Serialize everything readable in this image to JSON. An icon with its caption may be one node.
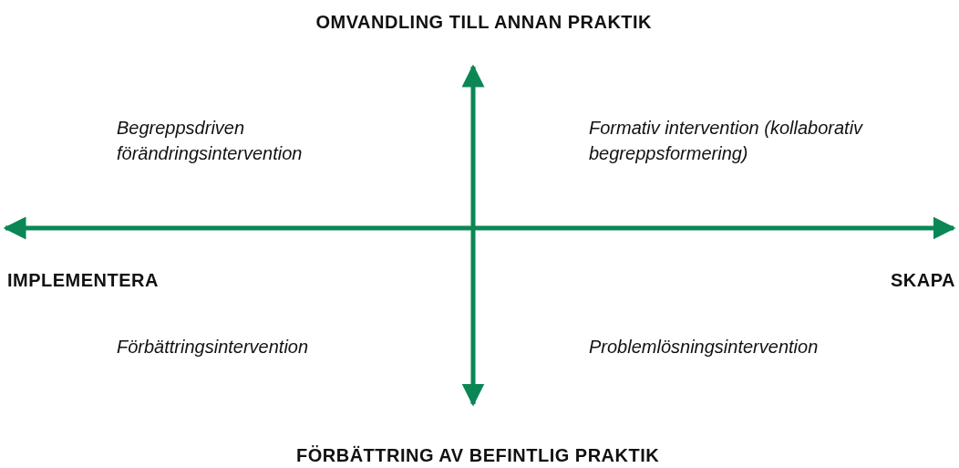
{
  "diagram": {
    "labels": [
      "OMVANDLING TILL ANNAN PRAKTIK",
      "Begreppsdriven förändringsintervention",
      "Formativ intervention (kollaborativ begreppsformering)",
      "IMPLEMENTERA",
      "SKAPA",
      "Förbättringsintervention",
      "Problemlösningsintervention",
      "FÖRBÄTTRING AV BEFINTLIG PRAKTIK"
    ]
  }
}
